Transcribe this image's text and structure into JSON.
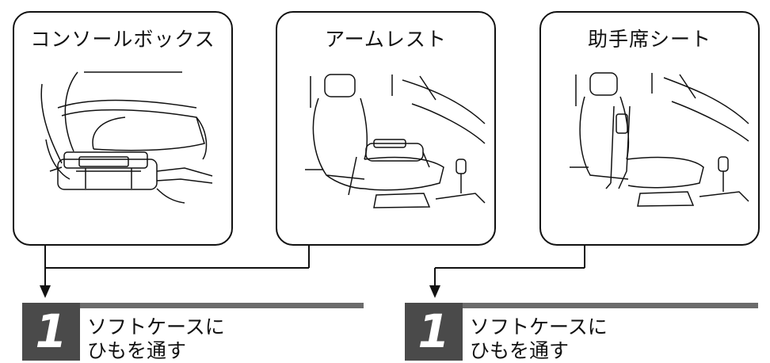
{
  "panels": [
    {
      "title": "コンソールボックス",
      "illustration": "console-box-seat"
    },
    {
      "title": "アームレスト",
      "illustration": "armrest-seat"
    },
    {
      "title": "助手席シート",
      "illustration": "passenger-seat"
    }
  ],
  "steps": [
    {
      "number": "1",
      "line1": "ソフトケースに",
      "line2": "ひもを通す"
    },
    {
      "number": "1",
      "line1": "ソフトケースに",
      "line2": "ひもを通す"
    }
  ],
  "colors": {
    "step_badge": "#4a4a4a",
    "step_bar": "#6b6b6b",
    "line": "#111111"
  }
}
